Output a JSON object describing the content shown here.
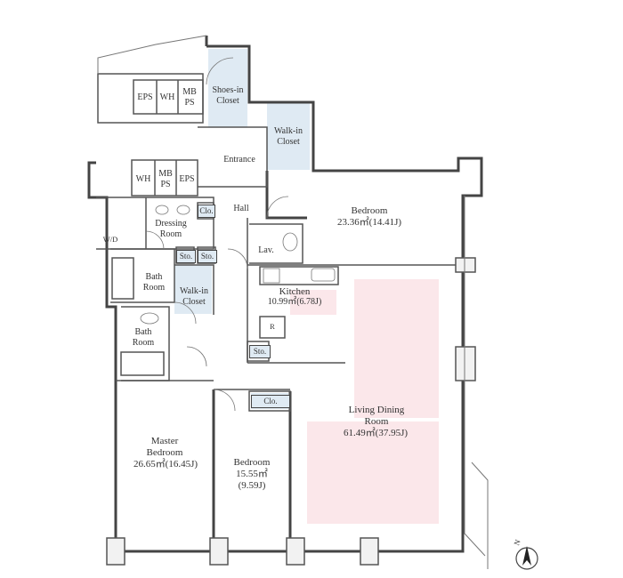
{
  "rooms": {
    "shoes_in_closet": "Shoes-in\nCloset",
    "walk_in_closet_top": "Walk-in\nCloset",
    "walk_in_closet_mid": "Walk-in\nCloset",
    "eps_top": "EPS",
    "wh_top": "WH",
    "mbps_top": "MB\nPS",
    "wh_mid": "WH",
    "mbps_mid": "MB\nPS",
    "eps_mid": "EPS",
    "entrance": "Entrance",
    "hall": "Hall",
    "clo_hall": "Clo.",
    "dressing_room": "Dressing\nRoom",
    "wd": "W/D",
    "sto_1": "Sto.",
    "sto_2": "Sto.",
    "sto_3": "Sto.",
    "bath_room_1": "Bath\nRoom",
    "bath_room_2": "Bath\nRoom",
    "lav": "Lav.",
    "kitchen_name": "Kitchen",
    "kitchen_area": "10.99㎡(6.78J)",
    "refrigerator": "R",
    "clo_bedroom": "Clo.",
    "bedroom_ne_name": "Bedroom",
    "bedroom_ne_area": "23.36㎡(14.41J)",
    "living_dining": "Living Dining\nRoom",
    "living_dining_area": "61.49㎡(37.95J)",
    "master_bedroom": "Master\nBedroom",
    "master_bedroom_area": "26.65㎡(16.45J)",
    "bedroom_s_name": "Bedroom",
    "bedroom_s_area": "15.55㎡",
    "bedroom_s_area_j": "(9.59J)"
  },
  "compass": {
    "label": "N"
  },
  "colors": {
    "wall": "#444444",
    "closet_fill": "#dfeaf3",
    "living_fill": "#fbe7ea",
    "wet_fill": "#eeeeee"
  }
}
